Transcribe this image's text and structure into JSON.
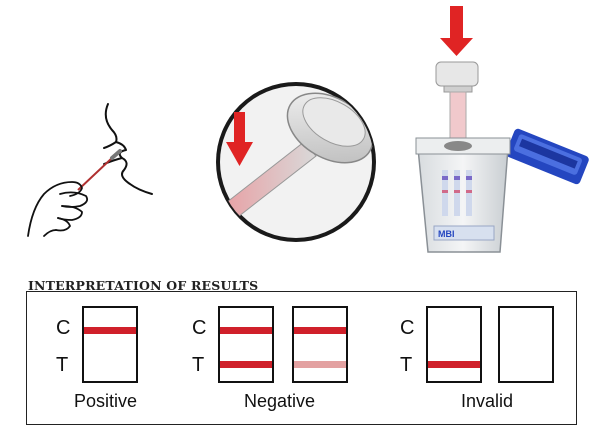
{
  "section_title": "INTERPRETATION OF RESULTS",
  "device_brand": "MBI",
  "colors": {
    "band_red": "#d0202a",
    "band_faint": "#e3a1a1",
    "arrow_red": "#e02424",
    "lid_blue": "#2446c0"
  },
  "panels": [
    {
      "caption": "Positive",
      "strips": [
        {
          "c": "strong",
          "t": "none"
        }
      ]
    },
    {
      "caption": "Negative",
      "strips": [
        {
          "c": "strong",
          "t": "strong"
        },
        {
          "c": "strong",
          "t": "faint"
        }
      ]
    },
    {
      "caption": "Invalid",
      "strips": [
        {
          "c": "none",
          "t": "strong"
        },
        {
          "c": "none",
          "t": "none"
        }
      ]
    }
  ],
  "line_labels": {
    "control": "C",
    "test": "T"
  }
}
